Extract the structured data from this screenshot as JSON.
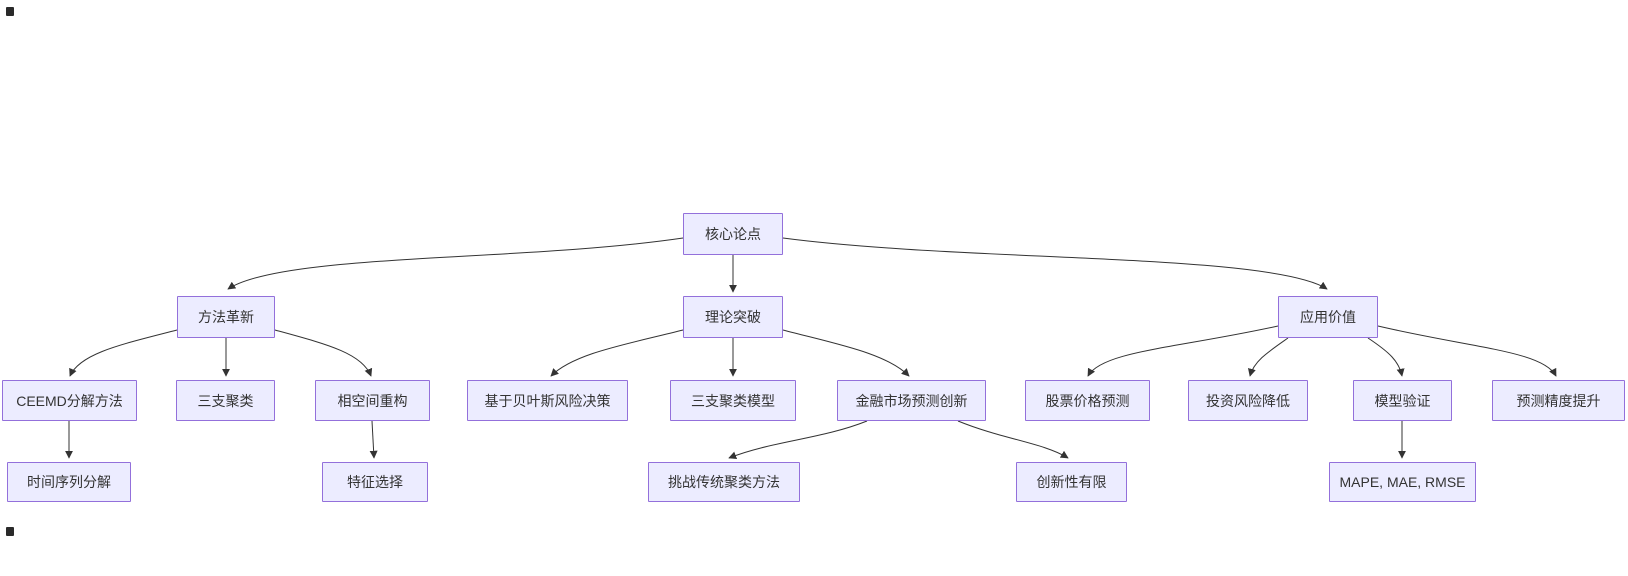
{
  "diagram": {
    "type": "flowchart-top-down",
    "background": "#ffffff",
    "node_style": {
      "fill": "#ECECFF",
      "border": "#9370DB",
      "text_color": "#333333"
    },
    "edge_color": "#333333",
    "nodes": {
      "root": {
        "label": "核心论点"
      },
      "method": {
        "label": "方法革新"
      },
      "theory": {
        "label": "理论突破"
      },
      "application": {
        "label": "应用价值"
      },
      "ceemd": {
        "label": "CEEMD分解方法"
      },
      "threeway": {
        "label": "三支聚类"
      },
      "phase": {
        "label": "相空间重构"
      },
      "bayes": {
        "label": "基于贝叶斯风险决策"
      },
      "twmodel": {
        "label": "三支聚类模型"
      },
      "finance": {
        "label": "金融市场预测创新"
      },
      "stock": {
        "label": "股票价格预测"
      },
      "risk": {
        "label": "投资风险降低"
      },
      "validation": {
        "label": "模型验证"
      },
      "accuracy": {
        "label": "预测精度提升"
      },
      "timeseries": {
        "label": "时间序列分解"
      },
      "feature": {
        "label": "特征选择"
      },
      "challenge": {
        "label": "挑战传统聚类方法"
      },
      "limited": {
        "label": "创新性有限"
      },
      "metrics": {
        "label": "MAPE, MAE, RMSE"
      }
    },
    "edges": [
      {
        "from": "核心论点",
        "to": "方法革新"
      },
      {
        "from": "核心论点",
        "to": "理论突破"
      },
      {
        "from": "核心论点",
        "to": "应用价值"
      },
      {
        "from": "方法革新",
        "to": "CEEMD分解方法"
      },
      {
        "from": "方法革新",
        "to": "三支聚类"
      },
      {
        "from": "方法革新",
        "to": "相空间重构"
      },
      {
        "from": "理论突破",
        "to": "基于贝叶斯风险决策"
      },
      {
        "from": "理论突破",
        "to": "三支聚类模型"
      },
      {
        "from": "理论突破",
        "to": "金融市场预测创新"
      },
      {
        "from": "应用价值",
        "to": "股票价格预测"
      },
      {
        "from": "应用价值",
        "to": "投资风险降低"
      },
      {
        "from": "应用价值",
        "to": "模型验证"
      },
      {
        "from": "应用价值",
        "to": "预测精度提升"
      },
      {
        "from": "CEEMD分解方法",
        "to": "时间序列分解"
      },
      {
        "from": "相空间重构",
        "to": "特征选择"
      },
      {
        "from": "金融市场预测创新",
        "to": "挑战传统聚类方法"
      },
      {
        "from": "金融市场预测创新",
        "to": "创新性有限"
      },
      {
        "from": "模型验证",
        "to": "MAPE, MAE, RMSE"
      }
    ]
  }
}
